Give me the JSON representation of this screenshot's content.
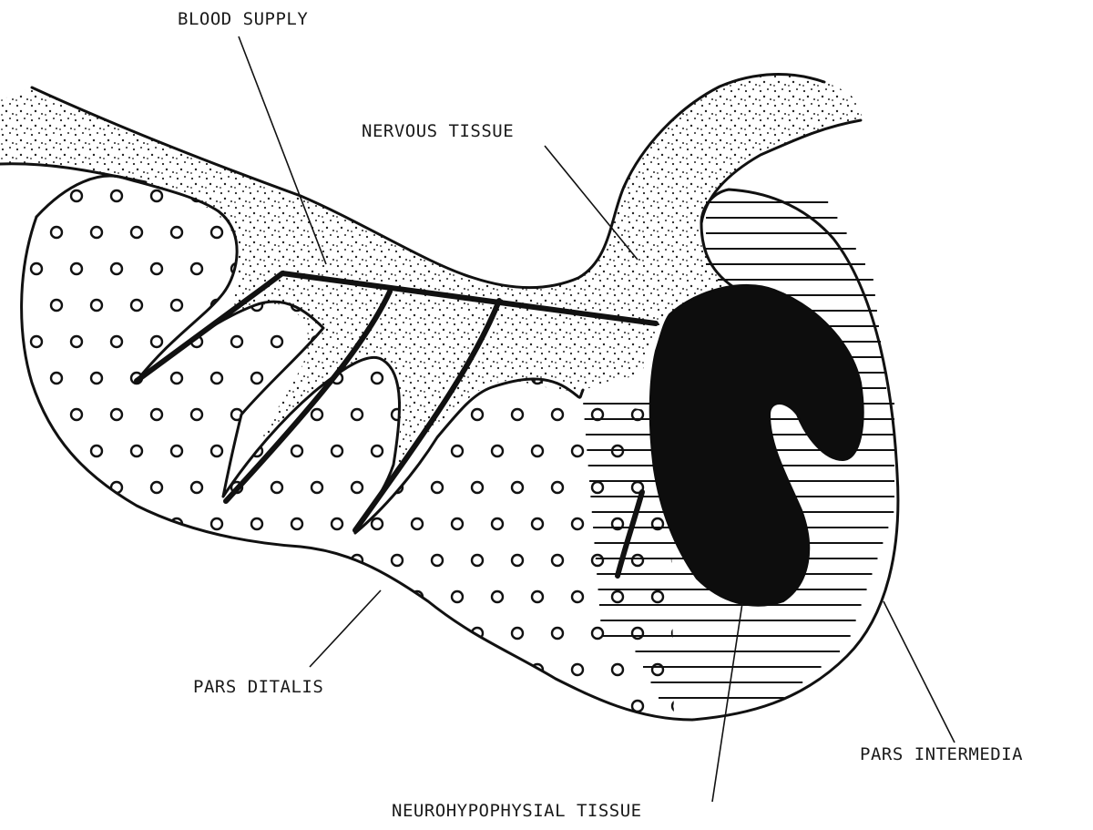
{
  "labels": {
    "blood_supply": "BLOOD SUPPLY",
    "nervous_tissue": "NERVOUS TISSUE",
    "pars_distalis": "PARS DITALIS",
    "pars_intermedia": "PARS INTERMEDIA",
    "neurohypophysial_tissue": "NEUROHYPOPHYSIAL TISSUE"
  },
  "fills": {
    "nervous_tissue": "stippled",
    "pars_distalis": "open-circles",
    "pars_intermedia": "horizontal-lines",
    "neurohypophysial_tissue": "solid-black"
  },
  "colors": {
    "ink": "#111111",
    "paper": "#ffffff"
  }
}
